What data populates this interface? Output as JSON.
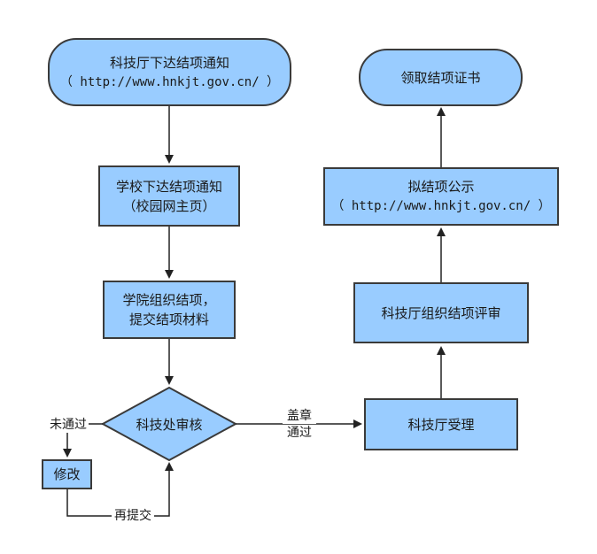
{
  "nodes": {
    "start": {
      "line1": "科技厅下达结项通知",
      "line2": "（ http://www.hnkjt.gov.cn/ ）"
    },
    "school_notice": {
      "line1": "学校下达结项通知",
      "line2": "（校园网主页）"
    },
    "college_organize": {
      "line1": "学院组织结项，",
      "line2": "提交结项材料"
    },
    "review": {
      "label": "科技处审核"
    },
    "revise": {
      "label": "修改"
    },
    "accept": {
      "label": "科技厅受理"
    },
    "evaluation": {
      "label": "科技厅组织结项评审"
    },
    "publicity": {
      "line1": "拟结项公示",
      "line2": "（ http://www.hnkjt.gov.cn/ ）"
    },
    "certificate": {
      "label": "领取结项证书"
    }
  },
  "edges": {
    "not_pass": "未通过",
    "resubmit": "再提交",
    "stamp": "盖章",
    "pass": "通过"
  },
  "colors": {
    "node_fill": "#99ccff",
    "stroke": "#3a3a3a"
  }
}
